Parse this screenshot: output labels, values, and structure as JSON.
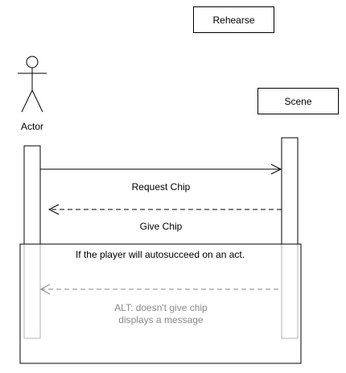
{
  "participants": {
    "rehearse": "Rehearse",
    "scene": "Scene",
    "actor": "Actor"
  },
  "messages": {
    "request": "Request Chip",
    "give": "Give Chip"
  },
  "alt_frame": {
    "condition": "If the player will autosucceed on an act.",
    "alt_line1": "ALT: doesn't give chip",
    "alt_line2": "displays a message"
  },
  "colors": {
    "stroke": "#000000",
    "faded": "#8a8a8a"
  },
  "icons": {
    "actor": "stick-figure-icon"
  }
}
